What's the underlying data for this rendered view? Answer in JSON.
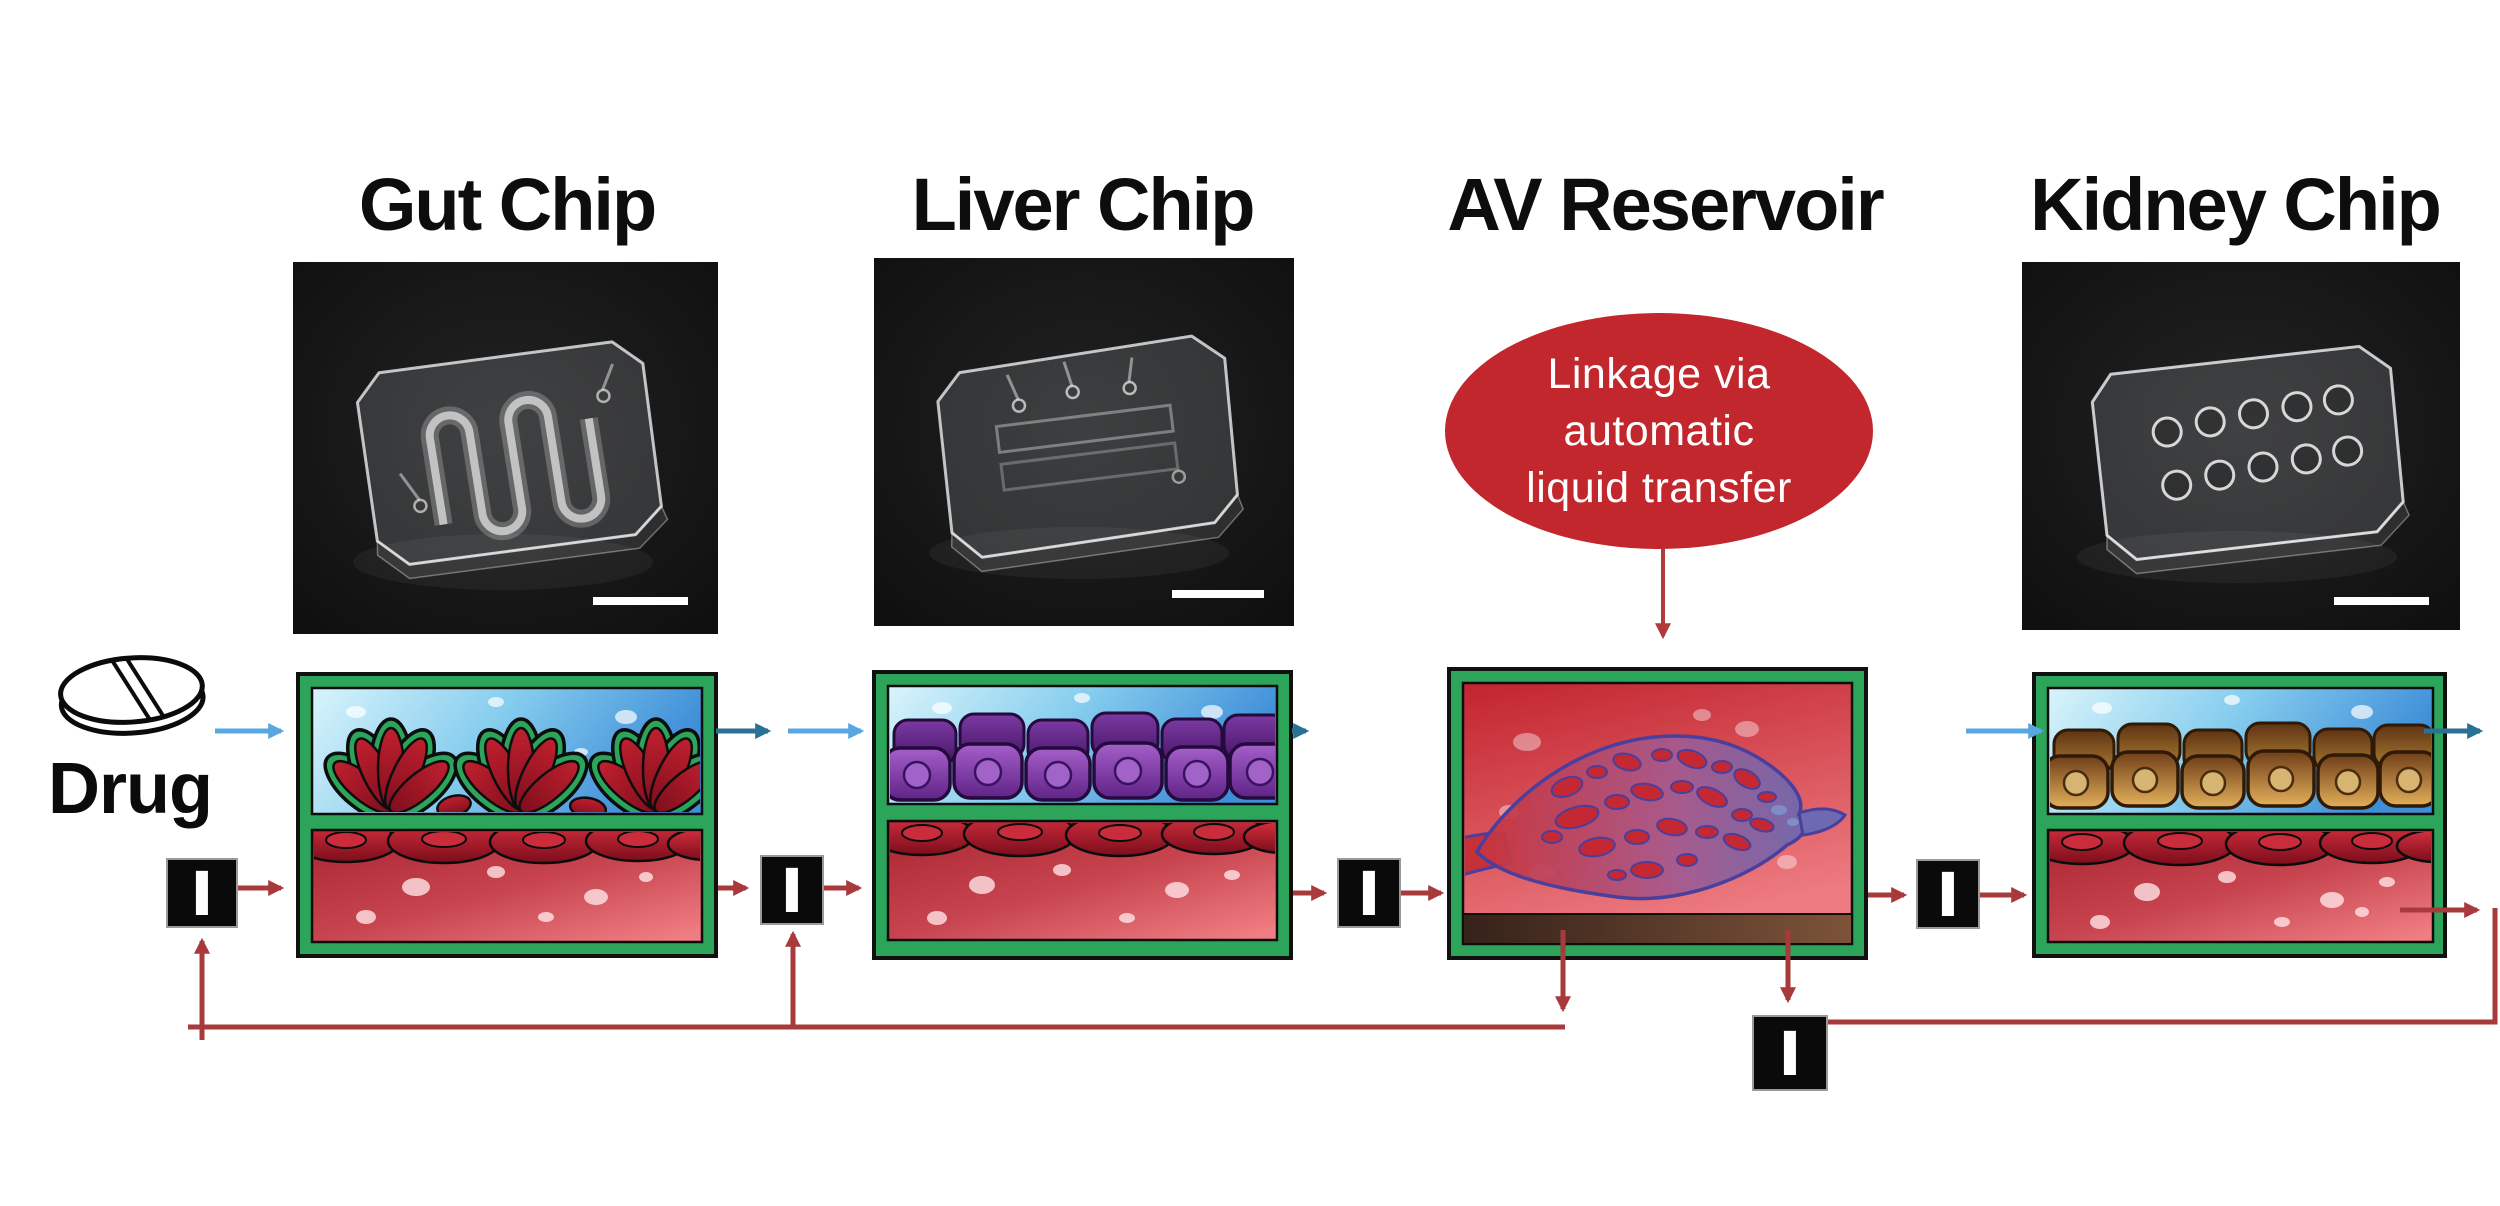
{
  "columns": [
    {
      "id": "gut",
      "header": "Gut Chip"
    },
    {
      "id": "liver",
      "header": "Liver Chip"
    },
    {
      "id": "av",
      "header": "AV Reservoir"
    },
    {
      "id": "kidney",
      "header": "Kidney Chip"
    }
  ],
  "drug": {
    "label": "Drug"
  },
  "av_note": {
    "line1": "Linkage via",
    "line2": "automatic",
    "line3": "liquid transfer"
  },
  "valve_symbol": "I",
  "colors": {
    "note_oval_red": "#c1272d",
    "flow_line_red": "#a93a3c",
    "inflow_blue": "#59a7e0",
    "outflow_teal": "#2a7294",
    "chip_frame_green": "#2ca45a",
    "valve_black": "#0a0a0a",
    "heading_black": "#0d0d0d"
  }
}
